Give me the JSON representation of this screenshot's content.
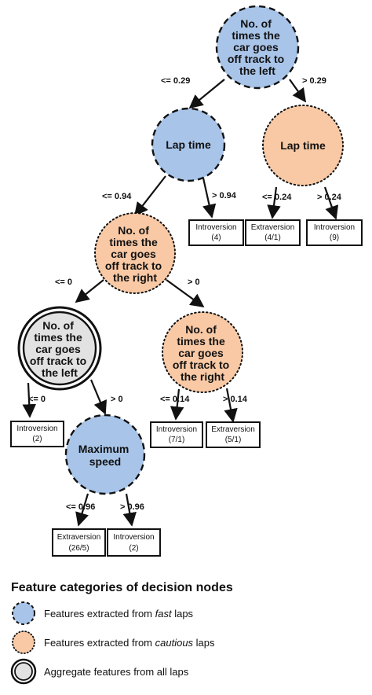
{
  "colors": {
    "fast": "#a8c4e8",
    "cautious": "#f9c9a5",
    "aggregate": "#e2e2e2",
    "stroke": "#111111"
  },
  "nodes": {
    "root": {
      "lines": [
        "No. of",
        "times the",
        "car goes",
        "off track to",
        "the left"
      ],
      "category": "fast"
    },
    "lap_time_fast": {
      "lines": [
        "Lap time"
      ],
      "category": "fast"
    },
    "lap_time_cautious": {
      "lines": [
        "Lap time"
      ],
      "category": "cautious"
    },
    "off_right_1": {
      "lines": [
        "No. of",
        "times the",
        "car goes",
        "off track to",
        "the right"
      ],
      "category": "cautious"
    },
    "off_left_agg": {
      "lines": [
        "No. of",
        "times the",
        "car goes",
        "off track to",
        "the left"
      ],
      "category": "aggregate"
    },
    "off_right_2": {
      "lines": [
        "No. of",
        "times the",
        "car goes",
        "off track to",
        "the right"
      ],
      "category": "cautious"
    },
    "max_speed": {
      "lines": [
        "Maximum",
        "speed"
      ],
      "category": "fast"
    }
  },
  "leaves": {
    "intro_4": {
      "label": "Introversion",
      "count": "(4)"
    },
    "extra_4_1": {
      "label": "Extraversion",
      "count": "(4/1)"
    },
    "intro_9": {
      "label": "Introversion",
      "count": "(9)"
    },
    "intro_2a": {
      "label": "Introversion",
      "count": "(2)"
    },
    "intro_7_1": {
      "label": "Introversion",
      "count": "(7/1)"
    },
    "extra_5_1": {
      "label": "Extraversion",
      "count": "(5/1)"
    },
    "extra_26_5": {
      "label": "Extraversion",
      "count": "(26/5)"
    },
    "intro_2b": {
      "label": "Introversion",
      "count": "(2)"
    }
  },
  "edges": {
    "root_left": "<= 0.29",
    "root_right": "> 0.29",
    "lapfast_left": "<= 0.94",
    "lapfast_right": "> 0.94",
    "lapcaut_left": "<= 0.24",
    "lapcaut_right": "> 0.24",
    "right1_left": "<= 0",
    "right1_right": "> 0",
    "agg_left": "<= 0",
    "agg_right": "> 0",
    "right2_left": "<= 0.14",
    "right2_right": "> 0.14",
    "speed_left": "<= 0.96",
    "speed_right": "> 0.96"
  },
  "legend": {
    "title": "Feature categories of decision nodes",
    "fast_prefix": "Features extracted from ",
    "fast_em": "fast",
    "fast_suffix": " laps",
    "cautious_prefix": "Features extracted from ",
    "cautious_em": "cautious",
    "cautious_suffix": " laps",
    "aggregate_text": "Aggregate features from all laps"
  }
}
